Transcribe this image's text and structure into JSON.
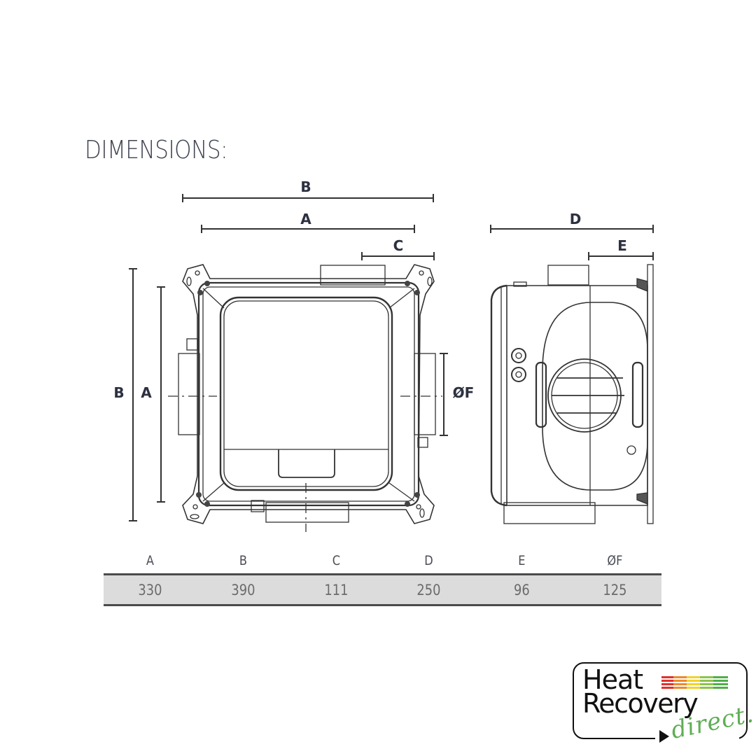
{
  "title": "DIMENSIONS:",
  "drawing": {
    "front_view": {
      "dim_labels": {
        "top_outer": "B",
        "top_inner": "A",
        "top_right": "C",
        "left_outer": "B",
        "left_inner": "A",
        "right_port": "ØF"
      }
    },
    "side_view": {
      "dim_labels": {
        "top_outer": "D",
        "top_inner": "E"
      }
    }
  },
  "table": {
    "headers": [
      "A",
      "B",
      "C",
      "D",
      "E",
      "ØF"
    ],
    "values": [
      "330",
      "390",
      "111",
      "250",
      "96",
      "125"
    ]
  },
  "logo": {
    "line1": "Heat",
    "line2": "Recovery",
    "tagline": "direct.",
    "bar_colors": [
      "#e0312b",
      "#ee8a2c",
      "#f2d22c",
      "#8cc44a",
      "#52ae4a"
    ],
    "tagline_color": "#5fae55"
  }
}
